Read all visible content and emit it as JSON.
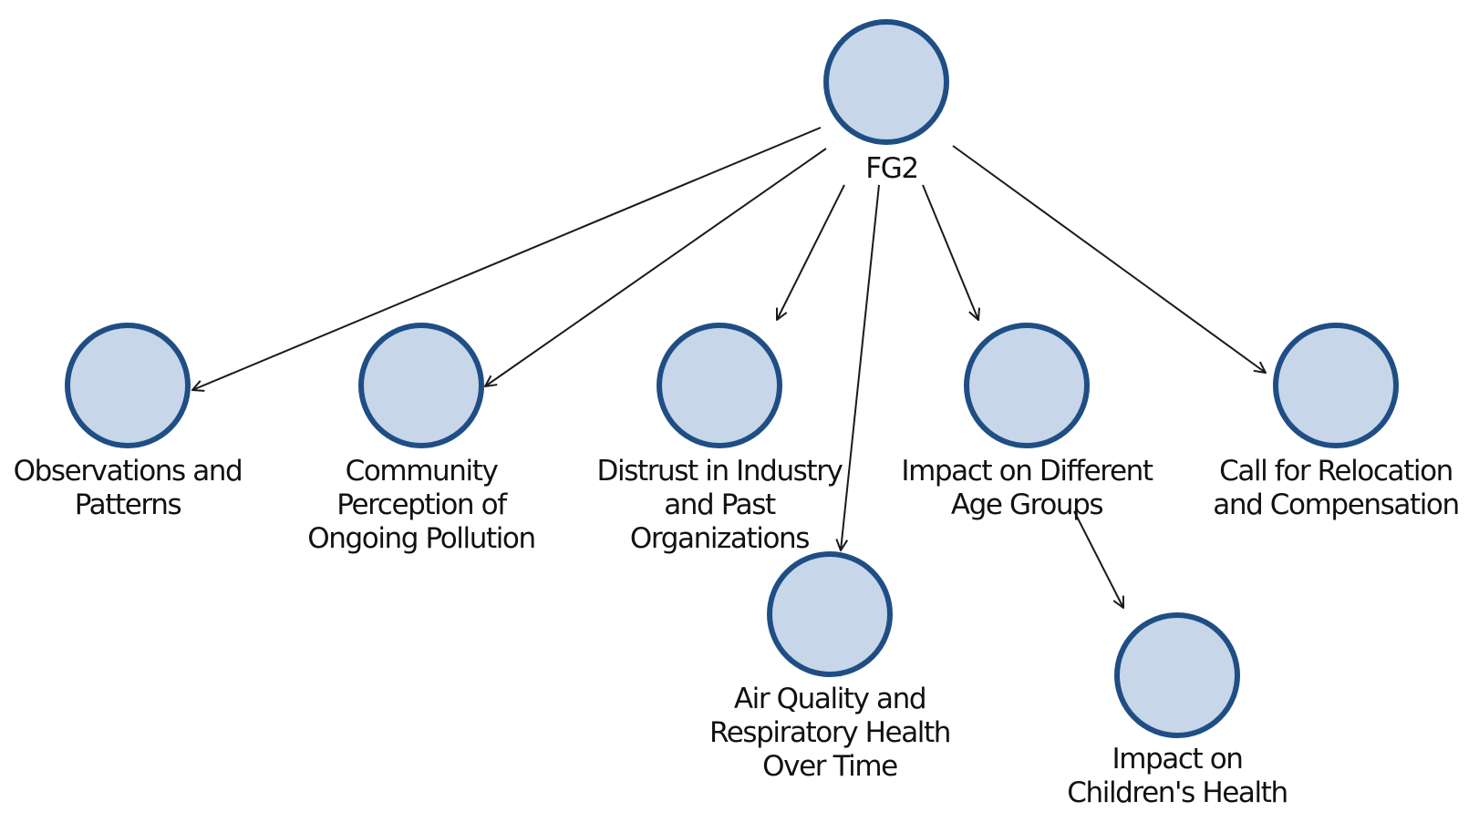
{
  "diagram": {
    "colors": {
      "node_fill": "#c7d6e8",
      "node_stroke": "#1f4e85",
      "edge": "#1a1a1a",
      "text": "#111111"
    },
    "nodes": [
      {
        "id": "fg2",
        "lines": [
          "FG2"
        ]
      },
      {
        "id": "observations",
        "lines": [
          "Observations and",
          "Patterns"
        ]
      },
      {
        "id": "community",
        "lines": [
          "Community",
          "Perception of",
          "Ongoing Pollution"
        ]
      },
      {
        "id": "distrust",
        "lines": [
          "Distrust in Industry",
          "and Past",
          "Organizations"
        ]
      },
      {
        "id": "air-quality",
        "lines": [
          "Air Quality and",
          "Respiratory Health",
          "Over Time"
        ]
      },
      {
        "id": "age-groups",
        "lines": [
          "Impact on Different",
          "Age Groups"
        ]
      },
      {
        "id": "children",
        "lines": [
          "Impact on",
          "Children's Health"
        ]
      },
      {
        "id": "relocation",
        "lines": [
          "Call for Relocation",
          "and Compensation"
        ]
      }
    ],
    "edges": [
      {
        "from": "fg2",
        "to": "observations"
      },
      {
        "from": "fg2",
        "to": "community"
      },
      {
        "from": "fg2",
        "to": "distrust"
      },
      {
        "from": "fg2",
        "to": "air-quality"
      },
      {
        "from": "fg2",
        "to": "age-groups"
      },
      {
        "from": "fg2",
        "to": "relocation"
      },
      {
        "from": "age-groups",
        "to": "children"
      }
    ]
  }
}
